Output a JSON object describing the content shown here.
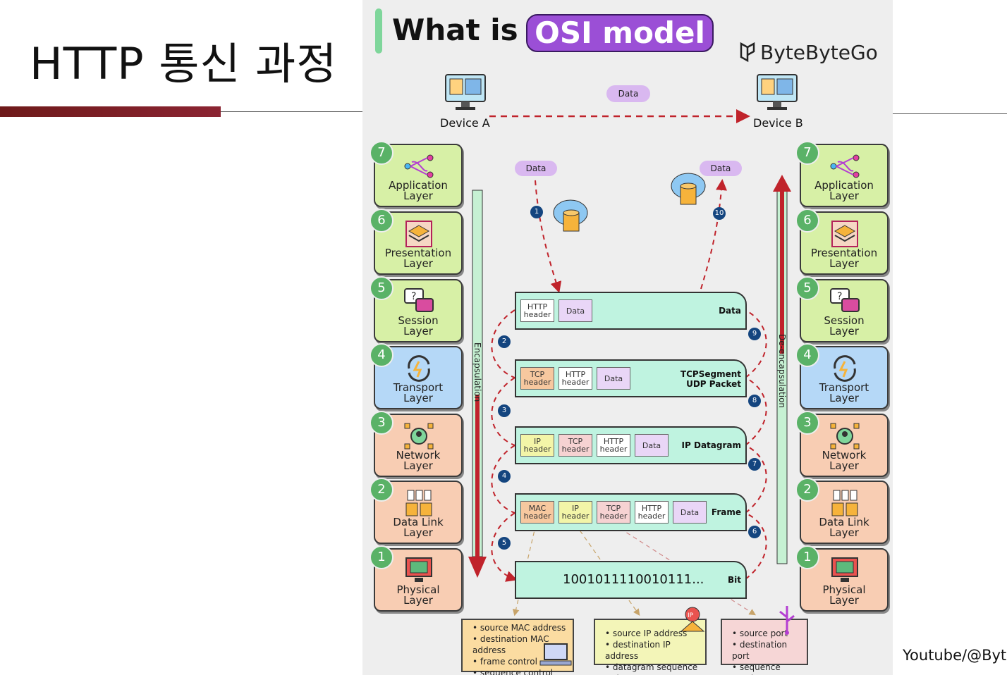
{
  "slide": {
    "title": "HTTP 통신 과정",
    "credit": "Youtube/@Byte"
  },
  "figure": {
    "heading_prefix": "What is",
    "heading_highlight": "OSI model",
    "brand": "ByteByteGo",
    "device_a": "Device A",
    "device_b": "Device B",
    "data_pill": "Data",
    "data_in": "Data",
    "data_out": "Data",
    "encapsulation": "Encapsulation",
    "de_encapsulation": "De-encapsulation",
    "layers": [
      {
        "num": "7",
        "label1": "Application",
        "label2": "Layer",
        "icon": "network-graph-icon"
      },
      {
        "num": "6",
        "label1": "Presentation",
        "label2": "Layer",
        "icon": "layers-stack-icon"
      },
      {
        "num": "5",
        "label1": "Session",
        "label2": "Layer",
        "icon": "chat-bubbles-icon"
      },
      {
        "num": "4",
        "label1": "Transport",
        "label2": "Layer",
        "icon": "transfer-arrows-icon"
      },
      {
        "num": "3",
        "label1": "Network",
        "label2": "Layer",
        "icon": "network-user-icon"
      },
      {
        "num": "2",
        "label1": "Data Link",
        "label2": "Layer",
        "icon": "database-link-icon"
      },
      {
        "num": "1",
        "label1": "Physical",
        "label2": "Layer",
        "icon": "computer-plug-icon"
      }
    ],
    "trays": [
      {
        "label": "Data",
        "boxes": [
          "HTTP header",
          "Data"
        ]
      },
      {
        "label": "TCPSegment UDP Packet",
        "boxes": [
          "TCP header",
          "HTTP header",
          "Data"
        ]
      },
      {
        "label": "IP Datagram",
        "boxes": [
          "IP header",
          "TCP header",
          "HTTP header",
          "Data"
        ]
      },
      {
        "label": "Frame",
        "boxes": [
          "MAC header",
          "IP header",
          "TCP header",
          "HTTP header",
          "Data"
        ]
      },
      {
        "label": "Bit",
        "bits": "1001011110010111..."
      }
    ],
    "steps": [
      "1",
      "2",
      "3",
      "4",
      "5",
      "6",
      "7",
      "8",
      "9",
      "10"
    ],
    "notes": {
      "mac": [
        "source MAC address",
        "destination MAC address",
        "frame control",
        "sequence control"
      ],
      "ip": [
        "source IP address",
        "destination IP address",
        "datagram sequence order"
      ],
      "port": [
        "source port",
        "destination port",
        "sequence number"
      ]
    },
    "colors": {
      "accent_purple": "#9b4fd6",
      "layer_green": "#d7f0a6",
      "layer_blue": "#b5d8f7",
      "layer_orange": "#f8cdb3",
      "tray_mint": "#bff3e0",
      "arrow_red": "#c0232b",
      "title_bar": "#8b2432"
    }
  }
}
